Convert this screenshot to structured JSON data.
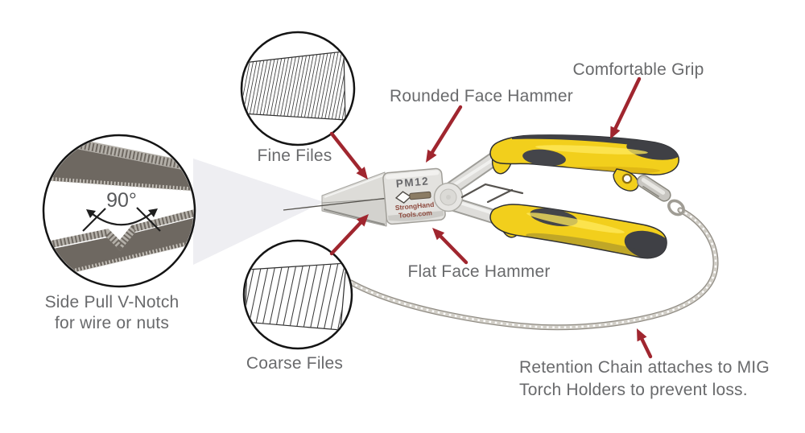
{
  "title": "PM12 MIG welding pliers annotated product diagram",
  "labels": {
    "fine_files": "Fine Files",
    "coarse_files": "Coarse Files",
    "side_pull_line1": "Side Pull V-Notch",
    "side_pull_line2": "for wire or nuts",
    "angle": "90°",
    "rounded_face_hammer": "Rounded Face Hammer",
    "flat_face_hammer": "Flat Face Hammer",
    "comfortable_grip": "Comfortable Grip",
    "retention_line1": "Retention Chain attaches to MIG",
    "retention_line2": "Torch Holders to prevent loss."
  },
  "tool": {
    "model": "PM12",
    "brand_line1": "StrongHand",
    "brand_line2": "Tools.com"
  },
  "colors": {
    "arrow": "#a0262f",
    "label_text": "#696a6c",
    "grip_yellow": "#f2cf1c",
    "grip_dark": "#3f4045",
    "metal_light": "#e3e2df",
    "metal_shadow": "#a19f99",
    "brand_text": "#8d4a3e",
    "hatch": "#3b3b3b",
    "chain_silver": "#c8c6c0"
  }
}
